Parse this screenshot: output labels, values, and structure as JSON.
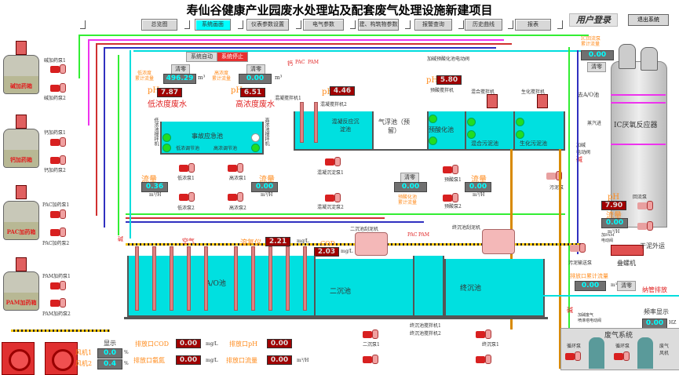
{
  "header": {
    "title": "寿仙谷健康产业园废水处理站及配套废气处理设施新建项目",
    "user_login": "用户登录",
    "exit_system": "退出系统"
  },
  "nav": {
    "tabs": [
      {
        "label": "总览图",
        "active": false
      },
      {
        "label": "系统画面",
        "active": true
      },
      {
        "label": "仪表参数设置",
        "active": false
      },
      {
        "label": "电气参数",
        "active": false
      },
      {
        "label": "建、构筑物参数",
        "active": false
      },
      {
        "label": "报警查询",
        "active": false
      },
      {
        "label": "历史曲线",
        "active": false
      },
      {
        "label": "报表",
        "active": false
      }
    ]
  },
  "system_control": {
    "auto": "系统自动",
    "stop": "系统停止"
  },
  "dosing": {
    "tanks": [
      {
        "name": "碱加药箱",
        "pump1": "碱加药泵1",
        "pump2": "碱加药泵2"
      },
      {
        "name": "钙加药箱",
        "pump1": "钙加药泵1",
        "pump2": "钙加药泵2"
      },
      {
        "name": "PAC加药箱",
        "pump1": "PAC加药泵1",
        "pump2": "PAC加药泵2"
      },
      {
        "name": "PAM加药箱",
        "pump1": "PAM加药泵1",
        "pump2": "PAM加药泵2"
      }
    ]
  },
  "low_conc": {
    "total_label": "低浓度\n累计流量",
    "total_value": "496.29",
    "unit": "m³",
    "zero_label": "清零",
    "ph_label": "pH",
    "ph_value": "7.87",
    "name": "低浓度废水",
    "mixer": "低浓池搅拌机",
    "tank": "低浓调节池",
    "pump1": "低浓泵1",
    "pump2": "低浓泵2",
    "flow_label": "流量",
    "flow_value": "0.36",
    "flow_unit": "m³/H"
  },
  "high_conc": {
    "total_label": "高浓度\n累计流量",
    "total_value": "0.00",
    "unit": "m³",
    "zero_label": "清零",
    "ph_label": "pH",
    "ph_value": "6.51",
    "name": "高浓度废水",
    "mixer": "高浓池搅拌机",
    "tank": "高浓调节池",
    "pump1": "高浓泵1",
    "pump2": "高浓泵2",
    "flow_label": "流量",
    "flow_value": "0.00",
    "flow_unit": "m³/H"
  },
  "emergency_tank": "事故应急池",
  "level": {
    "high": "高",
    "low": "低"
  },
  "coag": {
    "ph_label": "pH",
    "ph_value": "4.46",
    "mixer1": "混凝搅拌机1",
    "mixer2": "混凝搅拌机2",
    "tank": "混凝反应沉淀池",
    "pump1": "混凝沉淀泵1",
    "pump2": "混凝沉淀泵2",
    "pac": "PAC",
    "pam": "PAM",
    "ca": "钙"
  },
  "flotation": "气浮池（预留）",
  "preacid": {
    "valve": "加碱预酸化池电动阀",
    "ph_label": "pH",
    "ph_value": "5.80",
    "mixer": "预酸搅拌机",
    "tank": "预酸化池",
    "total_label": "预酸化池\n累计流量",
    "total_value": "0.00",
    "zero_label": "清零",
    "pump1": "预酸泵1",
    "pump2": "预酸泵2",
    "flow_label": "流量",
    "flow_value": "0.00",
    "flow_unit": "m³/H"
  },
  "mix_sludge": {
    "mixer": "混合搅拌机",
    "tank": "混合污泥池"
  },
  "bio_sludge": {
    "mixer": "生化搅拌机",
    "tank": "生化污泥池"
  },
  "ic": {
    "total_label": "IC回流泵\n累计流量",
    "total_value": "0.00",
    "zero_label": "清零",
    "to_ao": "去A/O池",
    "steam": "蒸汽进",
    "name": "IC厌氧反应器",
    "alkali_valve": "加碱\n电动阀",
    "alkali": "碱",
    "sludge_pump": "污泥泵",
    "reflux_pump": "回流泵",
    "ph_label": "pH",
    "ph_value": "7.90",
    "flow_label": "流量",
    "flow_value": "0.00",
    "flow_unit": "m³/H",
    "pam_valve": "加PAM\n电动阀"
  },
  "ao": {
    "alkali": "碱",
    "air": "空气",
    "do_label": "溶氧仪",
    "do_value": "2.21",
    "do_unit": "mg/L",
    "cod_label": "COD",
    "cod_value": "2.03",
    "cod_unit": "mg/L",
    "tank": "A/O池"
  },
  "secondary": {
    "scraper": "二沉池刮泥机",
    "tank": "二沉池",
    "pump1": "二沉泵1",
    "pac": "PAC",
    "pam": "PAM"
  },
  "final": {
    "scraper": "终沉池刮泥机",
    "tank": "终沉池",
    "mixer1": "终沉池搅拌机1",
    "mixer2": "终沉池搅拌机2",
    "pump1": "终沉泵1"
  },
  "sludge": {
    "transfer_pump": "污泥输送泵",
    "press": "叠螺机",
    "out": "干泥外运"
  },
  "outlet": {
    "total_label": "排放口累计流量",
    "total_value": "0.00",
    "unit": "m³",
    "zero_label": "清零",
    "discharge": "纳管排放",
    "freq_label": "频率显示",
    "freq_value": "0.00",
    "freq_unit": "HZ",
    "alkali": "碱",
    "gas_valve": "加碱废气\n喷淋塔电动阀"
  },
  "gas": {
    "title": "废气系统",
    "pump_a": "循环泵",
    "pump_b": "循环泵",
    "fan": "废气\n风机"
  },
  "fans": {
    "display": "显示",
    "fan1_label": "风机1",
    "fan1_value": "0.0",
    "fan2_label": "风机2",
    "fan2_value": "0.4",
    "unit": "%"
  },
  "discharge": {
    "cod_label": "排放口COD",
    "cod_value": "0.00",
    "cod_unit": "mg/L",
    "nh_label": "排放口氨氮",
    "nh_value": "0.00",
    "nh_unit": "mg/L",
    "ph_label": "排放口pH",
    "ph_value": "0.00",
    "flow_label": "排放口流量",
    "flow_value": "0.00",
    "flow_unit": "m³/H"
  }
}
